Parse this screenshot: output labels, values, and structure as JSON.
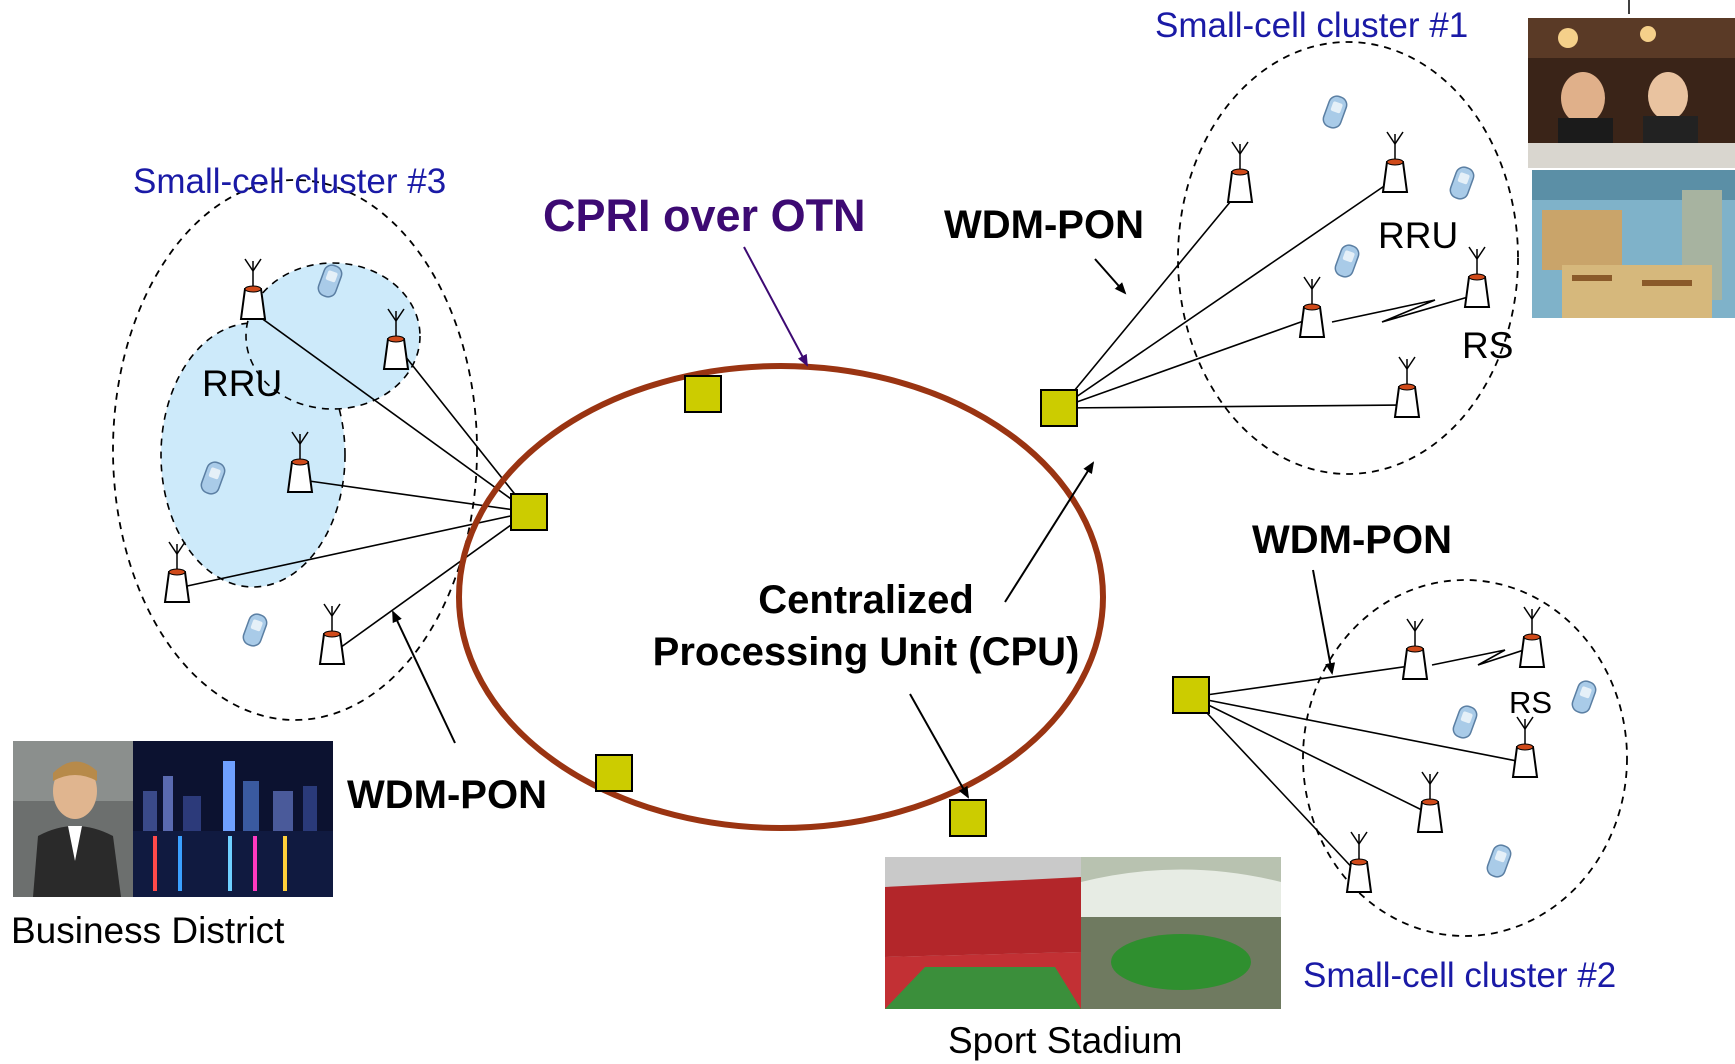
{
  "labels": {
    "cluster1": "Small-cell cluster #1",
    "cluster2": "Small-cell cluster #2",
    "cluster3": "Small-cell cluster #3",
    "cpri": "CPRI over OTN",
    "wdm_top": "WDM-PON",
    "wdm_right": "WDM-PON",
    "wdm_left": "WDM-PON",
    "cpu_line1": "Centralized",
    "cpu_line2": "Processing Unit (CPU)",
    "rru_left": "RRU",
    "rru_right": "RRU",
    "rs_top": "RS",
    "rs_bottom": "RS",
    "business": "Business District",
    "stadium": "Sport Stadium"
  },
  "colors": {
    "ring": "#9a3412",
    "node_fill": "#cccc00",
    "cluster_text": "#1a1aa6",
    "cpri_text": "#3d0a73",
    "cell_fill": "#cdeafa"
  }
}
